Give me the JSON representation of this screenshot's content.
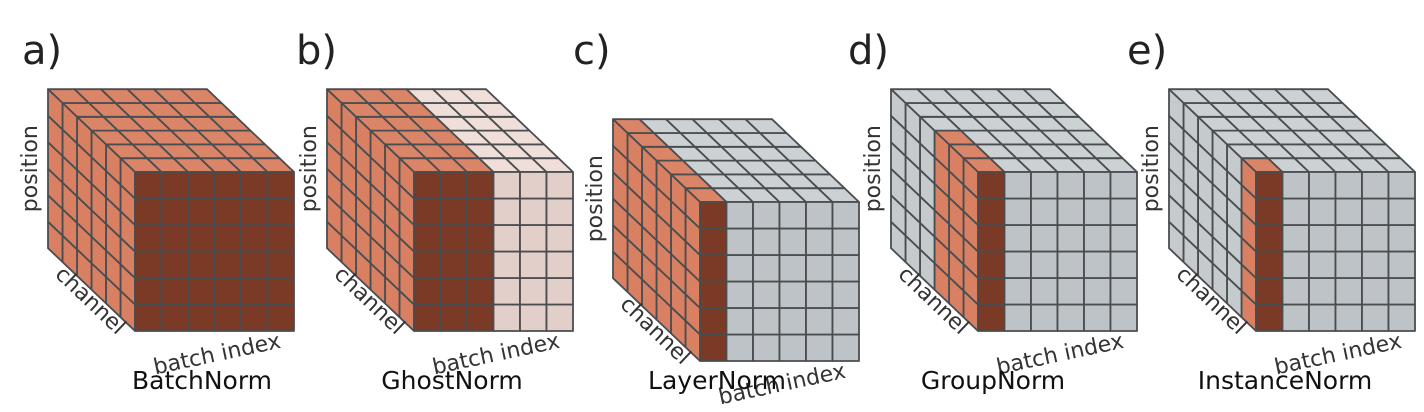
{
  "figure": {
    "panels": [
      {
        "letter": "a)",
        "method": "BatchNorm",
        "y_axis": "position",
        "depth_axis": "channel",
        "x_axis": "batch index",
        "highlight": {
          "batch": [
            1,
            6
          ],
          "channel": [
            1,
            6
          ],
          "position": [
            1,
            6
          ]
        },
        "ghost": null
      },
      {
        "letter": "b)",
        "method": "GhostNorm",
        "y_axis": "position",
        "depth_axis": "channel",
        "x_axis": "batch index",
        "highlight": {
          "batch": [
            1,
            3
          ],
          "channel": [
            1,
            6
          ],
          "position": [
            1,
            6
          ]
        },
        "ghost": {
          "batch": [
            4,
            6
          ]
        }
      },
      {
        "letter": "c)",
        "method": "LayerNorm",
        "y_axis": "position",
        "depth_axis": "channel",
        "x_axis": "batch index",
        "highlight": {
          "batch": [
            1,
            1
          ],
          "channel": [
            1,
            6
          ],
          "position": [
            1,
            6
          ]
        },
        "ghost": null
      },
      {
        "letter": "d)",
        "method": "GroupNorm",
        "y_axis": "position",
        "depth_axis": "channel",
        "x_axis": "batch index",
        "highlight": {
          "batch": [
            1,
            1
          ],
          "channel": [
            1,
            3
          ],
          "position": [
            1,
            6
          ]
        },
        "ghost": null
      },
      {
        "letter": "e)",
        "method": "InstanceNorm",
        "y_axis": "position",
        "depth_axis": "channel",
        "x_axis": "batch index",
        "highlight": {
          "batch": [
            1,
            1
          ],
          "channel": [
            1,
            1
          ],
          "position": [
            1,
            6
          ]
        },
        "ghost": null
      }
    ],
    "grid_size": 6,
    "colors": {
      "cube_top": "#ccd1d3",
      "cube_side": "#c5cacc",
      "cube_front": "#bdc3c6",
      "highlight_front": "#7a3a25",
      "highlight_side": "#d98062",
      "highlight_top": "#db8568",
      "ghost_front": "#e3cfc9",
      "ghost_top": "#f0dfd8",
      "edge": "#4a4d50"
    }
  }
}
